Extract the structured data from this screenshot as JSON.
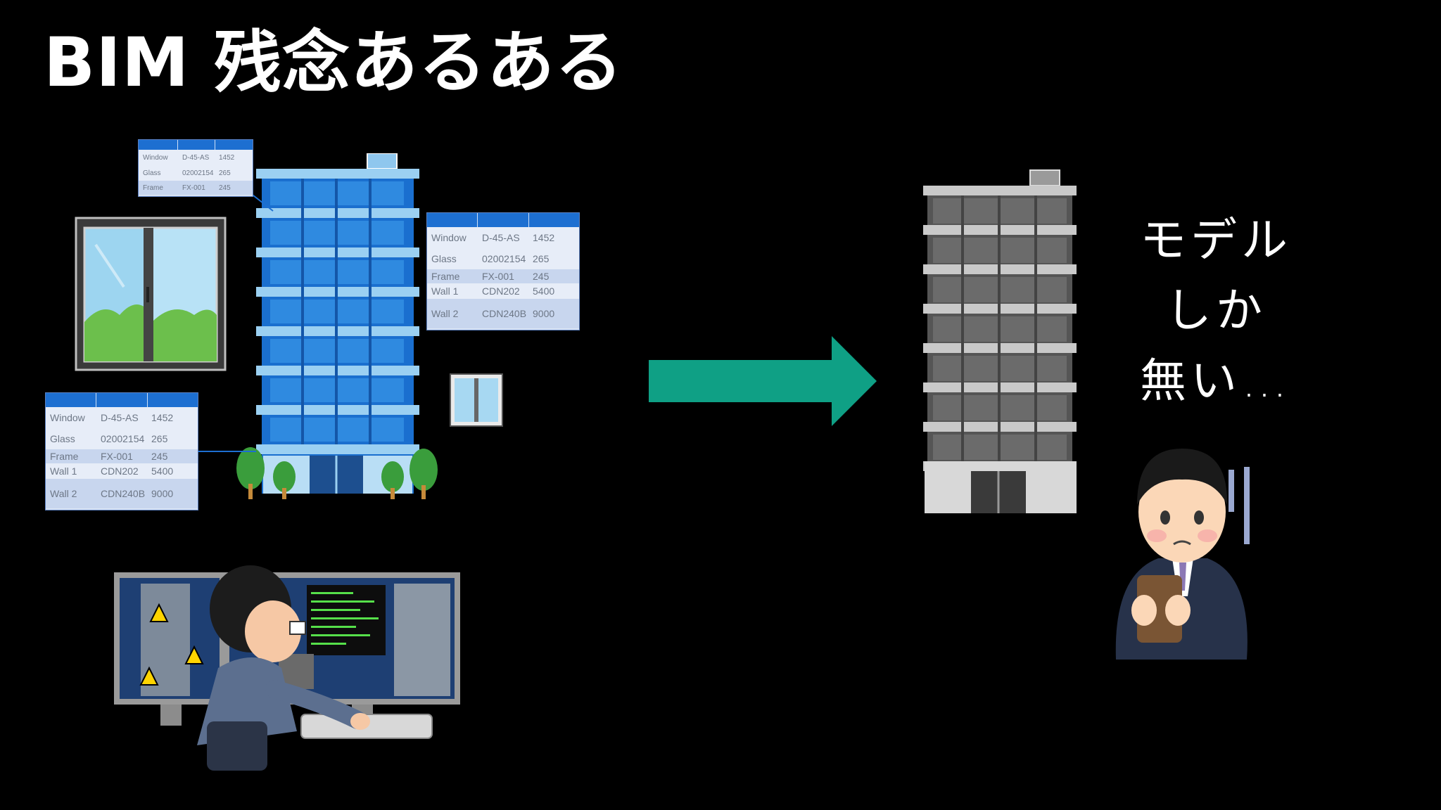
{
  "slide": {
    "title": "BIM 残念あるある",
    "message_lines": [
      "モデル",
      "しか",
      "無い…"
    ]
  },
  "tables": {
    "top_left": {
      "rows": [
        [
          "Window",
          "D-45-AS",
          "1452"
        ],
        [
          "Glass",
          "02002154",
          "265"
        ],
        [
          "Frame",
          "FX-001",
          "245"
        ]
      ]
    },
    "right": {
      "rows": [
        [
          "Window",
          "D-45-AS",
          "1452"
        ],
        [
          "Glass",
          "02002154",
          "265"
        ],
        [
          "Frame",
          "FX-001",
          "245"
        ],
        [
          "Wall 1",
          "CDN202",
          "5400"
        ],
        [
          "Wall 2",
          "CDN240B",
          "9000"
        ]
      ]
    },
    "bottom_left": {
      "rows": [
        [
          "Window",
          "D-45-AS",
          "1452"
        ],
        [
          "Glass",
          "02002154",
          "265"
        ],
        [
          "Frame",
          "FX-001",
          "245"
        ],
        [
          "Wall 1",
          "CDN202",
          "5400"
        ],
        [
          "Wall 2",
          "CDN240B",
          "9000"
        ]
      ]
    }
  },
  "colors": {
    "background": "#000000",
    "arrow": "#0fa085",
    "table_header": "#1d6fd1",
    "building_blue": "#1a6fcf",
    "building_gray": "#6b6b6b"
  },
  "icons": [
    "bim-building-icon",
    "window-icon",
    "small-window-icon",
    "arrow-right-icon",
    "gray-building-icon",
    "worried-businessman-icon",
    "engineer-at-computer-icon",
    "warning-icon"
  ]
}
